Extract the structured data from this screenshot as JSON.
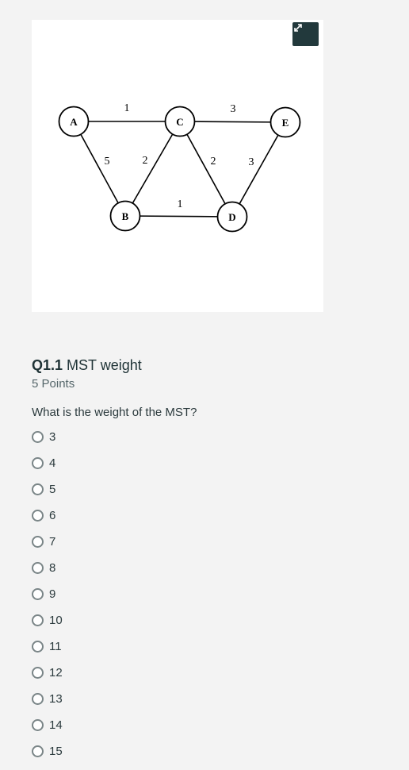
{
  "graph": {
    "nodes": [
      {
        "id": "A",
        "label": "A"
      },
      {
        "id": "C",
        "label": "C"
      },
      {
        "id": "E",
        "label": "E"
      },
      {
        "id": "B",
        "label": "B"
      },
      {
        "id": "D",
        "label": "D"
      }
    ],
    "edges": [
      {
        "from": "A",
        "to": "C",
        "weight": "1"
      },
      {
        "from": "C",
        "to": "E",
        "weight": "3"
      },
      {
        "from": "A",
        "to": "B",
        "weight": "5"
      },
      {
        "from": "C",
        "to": "B",
        "weight": "2"
      },
      {
        "from": "C",
        "to": "D",
        "weight": "2"
      },
      {
        "from": "E",
        "to": "D",
        "weight": "3"
      },
      {
        "from": "B",
        "to": "D",
        "weight": "1"
      }
    ]
  },
  "expand_icon": "expand-arrows-icon",
  "question": {
    "number": "Q1.1",
    "title": "MST weight",
    "points": "5 Points",
    "prompt": "What is the weight of the MST?",
    "options": [
      "3",
      "4",
      "5",
      "6",
      "7",
      "8",
      "9",
      "10",
      "11",
      "12",
      "13",
      "14",
      "15"
    ]
  },
  "colors": {
    "background": "#f3f3f3",
    "button": "#22393c"
  }
}
